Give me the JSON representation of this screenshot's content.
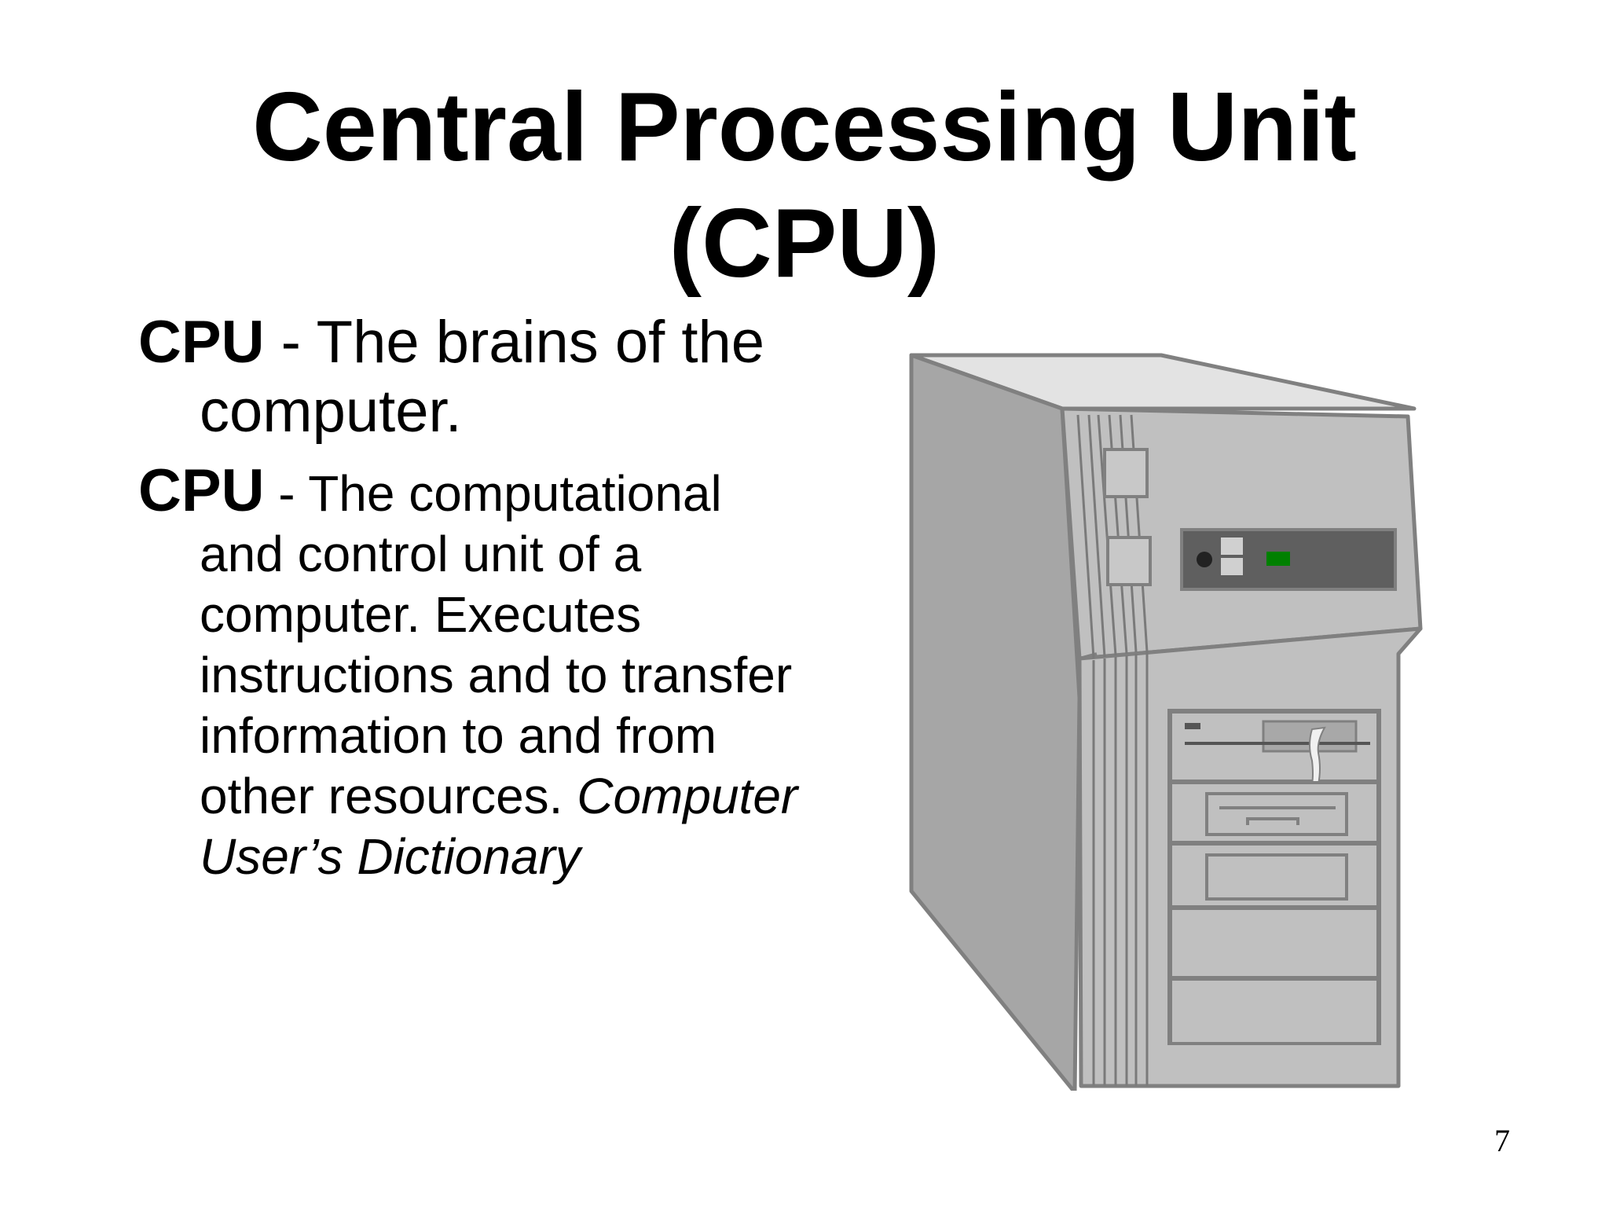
{
  "slide": {
    "title_line1": "Central Processing Unit",
    "title_line2": "(CPU)",
    "definitions": [
      {
        "term": "CPU",
        "separator": " - ",
        "text": "The brains of the computer."
      },
      {
        "term": "CPU",
        "separator": " - ",
        "text": "The computational and control unit of a computer.  Executes instructions and to transfer information to and from other resources. ",
        "source": "Computer User’s Dictionary"
      }
    ],
    "illustration_icon": "computer-tower-icon",
    "page_number": "7"
  },
  "colors": {
    "background": "#ffffff",
    "text": "#000000",
    "case_outline": "#808080",
    "case_light": "#c0c0c0",
    "case_side": "#a6a6a6",
    "case_top": "#e3e3e3",
    "panel_dark": "#5f5f5f",
    "power_led": "#008000"
  }
}
